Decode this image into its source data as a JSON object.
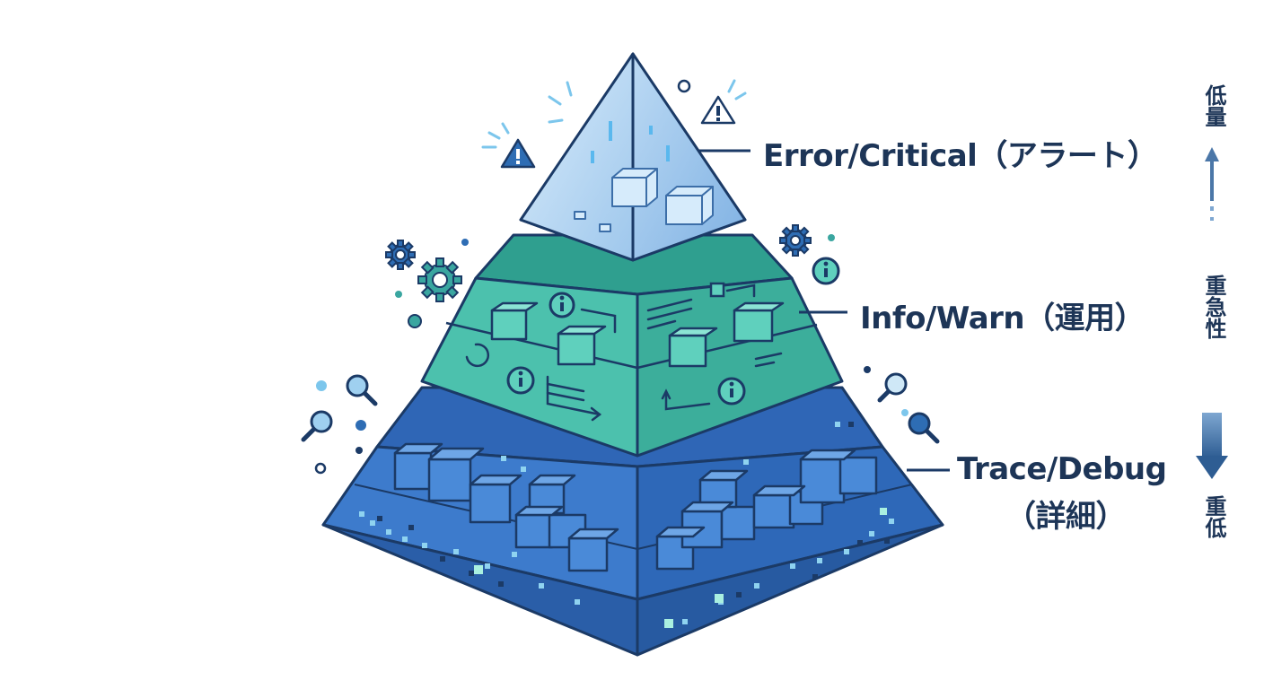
{
  "layers": [
    {
      "id": "top",
      "label": "Error/Critical（アラート）"
    },
    {
      "id": "middle",
      "label": "Info/Warn（運用）"
    },
    {
      "id": "bottom",
      "label_line1": "Trace/Debug",
      "label_line2": "（詳細）"
    }
  ],
  "axis": {
    "top": "低量",
    "middle": "重急性",
    "bottom": "重低"
  },
  "icons": {
    "alert": "warning-triangle-icon",
    "gear": "gear-icon",
    "info": "info-circle-icon",
    "magnifier": "magnifier-icon"
  },
  "colors": {
    "top_layer": "#b9d8f2",
    "middle_layer": "#3fb8a5",
    "bottom_layer": "#3f7fd0",
    "outline": "#1b3a66",
    "text": "#1d3557"
  }
}
